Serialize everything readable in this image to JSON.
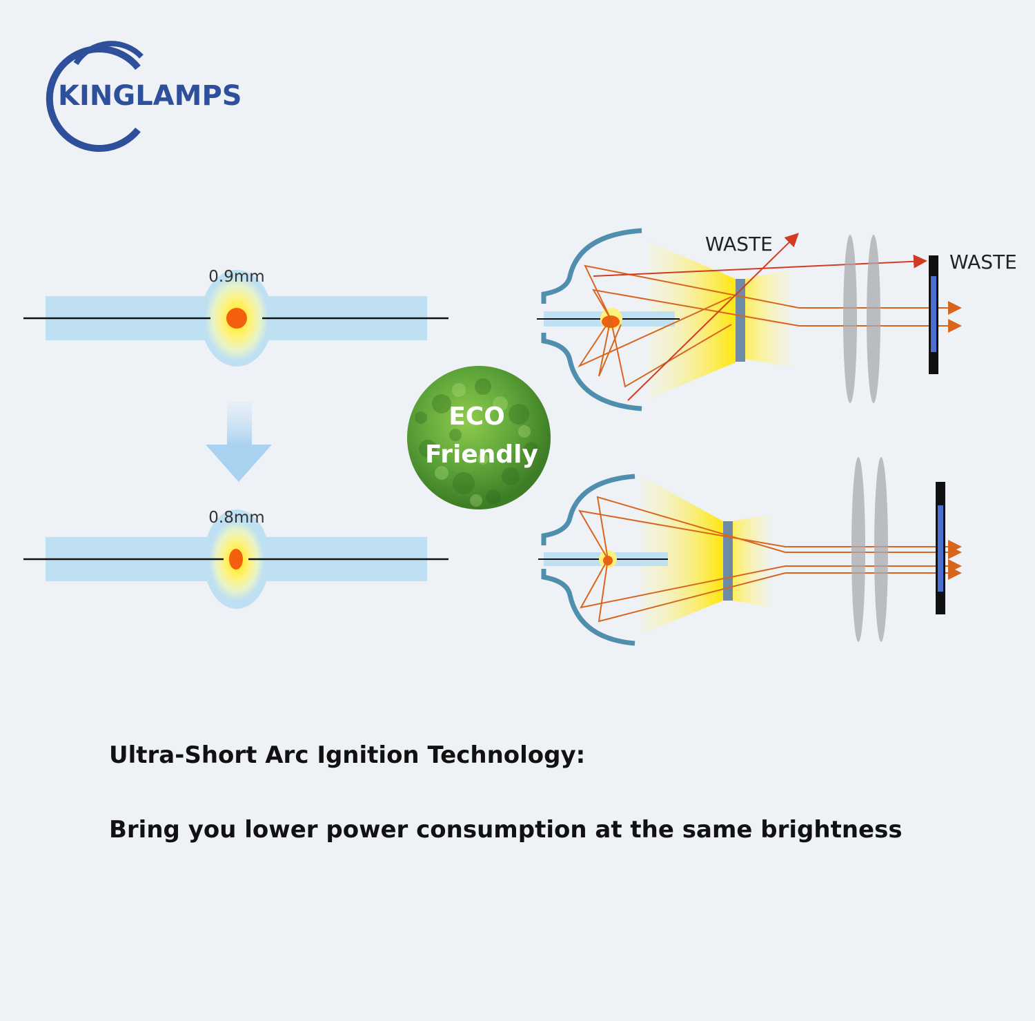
{
  "brand": {
    "name": "KINGLAMPS"
  },
  "arc_comparison": {
    "before_gap": "0.9mm",
    "after_gap": "0.8mm"
  },
  "badge": {
    "line1": "ECO",
    "line2": "Friendly"
  },
  "optics": {
    "waste_label_1": "WASTE",
    "waste_label_2": "WASTE"
  },
  "captions": {
    "title": "Ultra-Short Arc Ignition Technology:",
    "subtitle": "Bring you lower power consumption at the same brightness"
  },
  "colors": {
    "brand_blue": "#2e4f9a",
    "glass_blue": "#bfe0f3",
    "arc_orange": "#f2600f",
    "ray_orange": "#d9651c",
    "waste_red": "#d33a22",
    "leaf_green": "#5fa63a"
  }
}
